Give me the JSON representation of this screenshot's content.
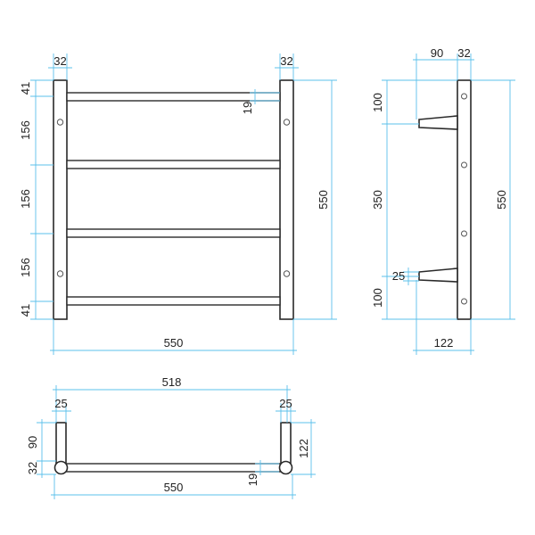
{
  "colors": {
    "outline": "#2a2a2a",
    "dimension": "#5bc0eb"
  },
  "front_view": {
    "top_left_width": "32",
    "top_right_width": "32",
    "left_41_top": "41",
    "left_156_a": "156",
    "left_156_b": "156",
    "left_156_c": "156",
    "left_41_bottom": "41",
    "rail_diameter": "19",
    "overall_height": "550",
    "overall_width": "550"
  },
  "side_view": {
    "projection": "90",
    "bar_width": "32",
    "top_offset": "100",
    "middle_span": "350",
    "bottom_offset": "100",
    "rail_diameter": "25",
    "overall_height": "550",
    "overall_depth": "122"
  },
  "top_view": {
    "inner_span": "518",
    "left_bar": "25",
    "right_bar": "25",
    "left_depth": "90",
    "left_bottom": "32",
    "right_depth": "122",
    "rail_diameter": "19",
    "overall_width": "550"
  }
}
